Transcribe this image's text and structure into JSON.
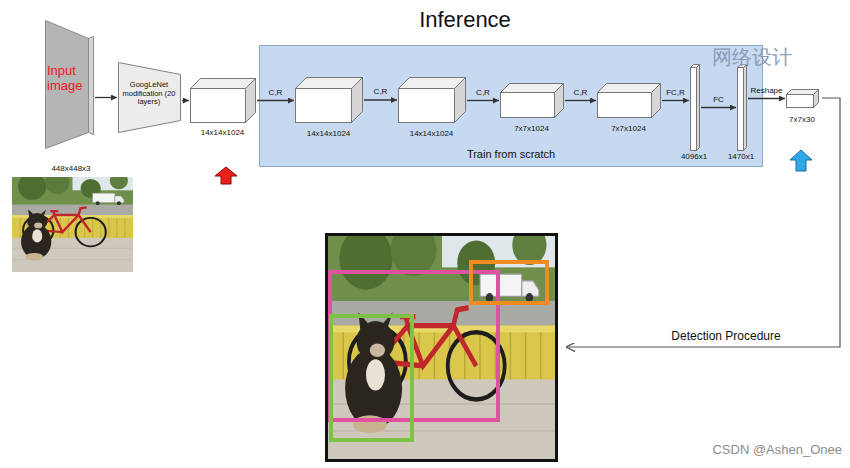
{
  "diagram": {
    "title": "Inference",
    "nodes": [
      {
        "text": [
          "Input image",
          "448x448x3"
        ]
      },
      {
        "text": [
          "GoogLeNet modification (20 layers)"
        ]
      },
      {
        "text": [
          "14x14x1024"
        ]
      },
      {
        "text": [
          "Train from scratch"
        ]
      },
      {
        "text": [
          "14x14x1024"
        ],
        "in": 3
      },
      {
        "text": [
          "14x14x1024"
        ],
        "in": 3
      },
      {
        "text": [
          "7x7x1024"
        ],
        "in": 3
      },
      {
        "text": [
          "7x7x1024"
        ],
        "in": 3
      },
      {
        "text": [
          "4096x1"
        ],
        "in": 3
      },
      {
        "text": [
          "1470x1"
        ],
        "in": 3
      },
      {
        "text": [
          "7x7x30"
        ]
      }
    ],
    "edges": [
      {
        "from": 0,
        "to": 1,
        "arrow": "to"
      },
      {
        "from": 1,
        "to": 2,
        "arrow": "to"
      },
      {
        "from": 2,
        "to": 4,
        "label": "C,R",
        "arrow": "to"
      },
      {
        "from": 4,
        "to": 5,
        "label": "C,R",
        "arrow": "to"
      },
      {
        "from": 5,
        "to": 6,
        "label": "C,R",
        "arrow": "to"
      },
      {
        "from": 6,
        "to": 7,
        "label": "C,R",
        "arrow": "to"
      },
      {
        "from": 7,
        "to": 8,
        "label": "FC,R",
        "arrow": "to"
      },
      {
        "from": 8,
        "to": 9,
        "label": "FC",
        "arrow": "to"
      },
      {
        "from": 9,
        "to": 10,
        "label": "Reshape",
        "arrow": "to"
      }
    ],
    "labels": [
      "网络设计",
      "Detection Procedure",
      "CSDN @Ashen_Onee"
    ]
  }
}
